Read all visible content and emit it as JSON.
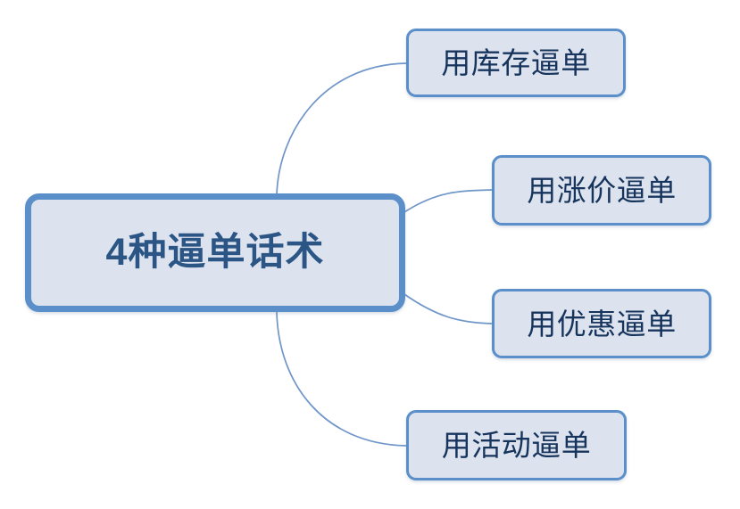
{
  "diagram": {
    "type": "mind-map",
    "orientation": "left-root-right-children",
    "background_color": "#ffffff",
    "root": {
      "label": "4种逼单话术",
      "fill_color": "#dce3ef",
      "border_color": "#5b8fc9",
      "text_color": "#2b5584"
    },
    "children": [
      {
        "label": "用库存逼单",
        "fill_color": "#dce3ef",
        "border_color": "#5b8fc9",
        "text_color": "#17345c"
      },
      {
        "label": "用涨价逼单",
        "fill_color": "#dce3ef",
        "border_color": "#5b8fc9",
        "text_color": "#17345c"
      },
      {
        "label": "用优惠逼单",
        "fill_color": "#dce3ef",
        "border_color": "#5b8fc9",
        "text_color": "#17345c"
      },
      {
        "label": "用活动逼单",
        "fill_color": "#dce3ef",
        "border_color": "#5b8fc9",
        "text_color": "#17345c"
      }
    ],
    "connector_color": "#6f96c8"
  }
}
